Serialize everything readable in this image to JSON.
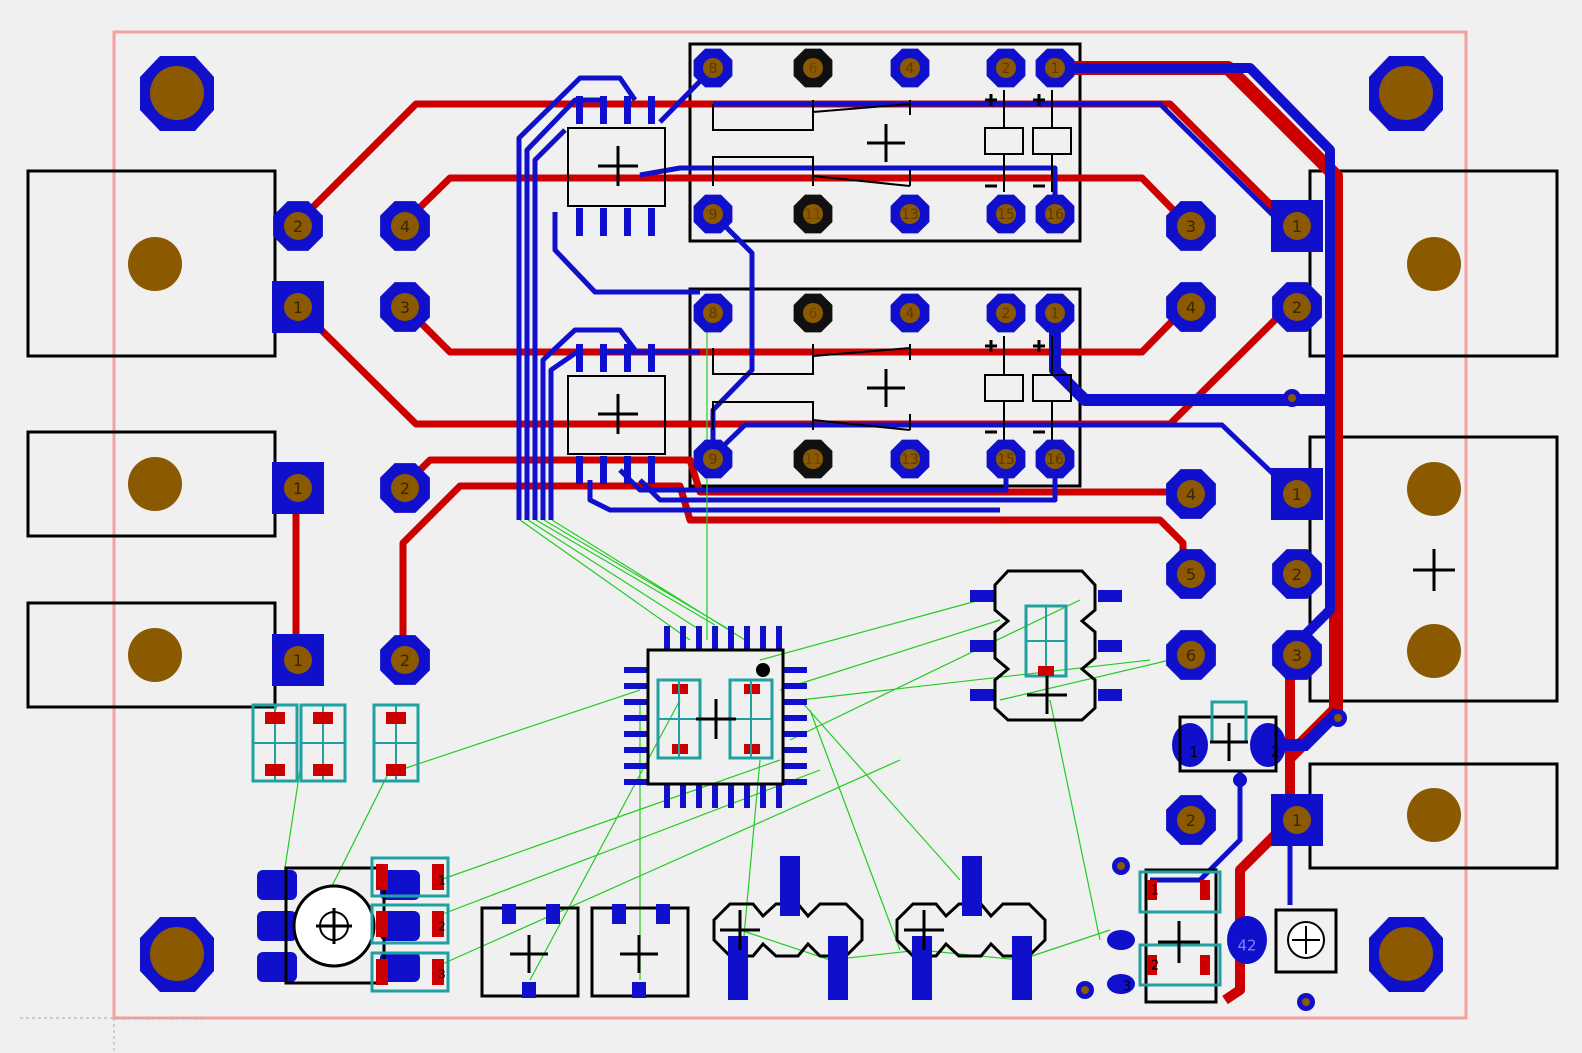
{
  "board": {
    "colors": {
      "background": "#f0f0f0",
      "outline": "#f4a0a0",
      "top_copper": "#cc0000",
      "bottom_copper": "#1010cc",
      "ratsnest": "#22cc22",
      "silkscreen": "#000000",
      "smd_outline": "#20a0a0",
      "drill": "#8b5a00",
      "nopad": "#101010"
    }
  },
  "relay_top": {
    "pins_top": [
      "8",
      "6",
      "4",
      "2",
      "1"
    ],
    "pins_bottom": [
      "9",
      "11",
      "13",
      "15",
      "16"
    ]
  },
  "relay_bottom": {
    "pins_top": [
      "8",
      "6",
      "4",
      "2",
      "1"
    ],
    "pins_bottom": [
      "9",
      "11",
      "13",
      "15",
      "16"
    ]
  },
  "pads": {
    "left_jack1_a": "2",
    "left_jack1_b": "1",
    "left_inner_a": "4",
    "left_inner_b": "3",
    "left_jack2": "1",
    "left_mid2": "2",
    "left_jack3": "1",
    "left_mid3": "2",
    "right_col_1": "3",
    "right_col_2": "4",
    "right_col_3": "4",
    "right_col_4": "5",
    "right_col_5": "6",
    "right_col_6": "2",
    "jack_r1_1": "1",
    "jack_r1_2": "2",
    "jack_r2_1": "1",
    "jack_r2_2": "2",
    "jack_r2_3": "3",
    "jack_r3_1": "1"
  },
  "smd_labels": {
    "reg_1": "1",
    "reg_2": "2",
    "trimmer_a": "1",
    "trimmer_b": "2",
    "trimmer_c": "3",
    "led_label": "42",
    "q1": "1",
    "q2": "2",
    "q3": "3",
    "d_label": "2"
  }
}
